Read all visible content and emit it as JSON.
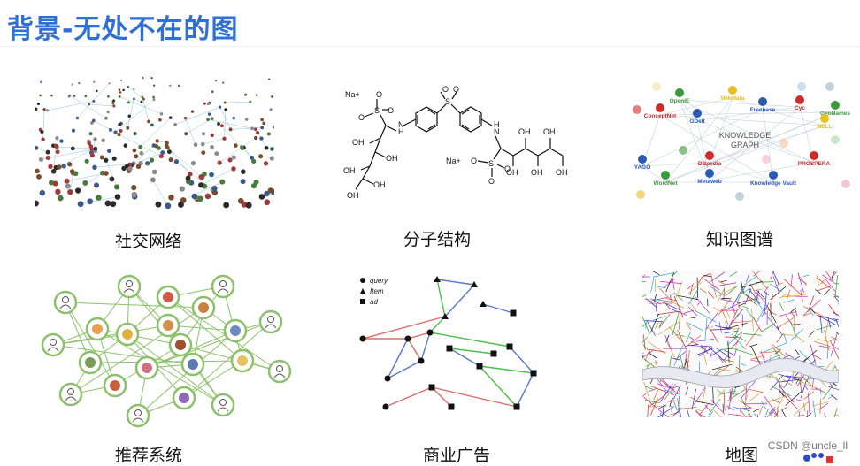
{
  "slide": {
    "title": "背景-无处不在的图"
  },
  "panels": [
    {
      "id": "social",
      "caption": "社交网络"
    },
    {
      "id": "molecule",
      "caption": "分子结构"
    },
    {
      "id": "kg",
      "caption": "知识图谱"
    },
    {
      "id": "recsys",
      "caption": "推荐系统"
    },
    {
      "id": "ads",
      "caption": "商业广告"
    },
    {
      "id": "map",
      "caption": "地图"
    }
  ],
  "molecule_labels": {
    "na_top": "Na+",
    "na_bottom": "Na+",
    "o_minus": "O",
    "o": "O",
    "s": "S",
    "n": "N",
    "h": "H",
    "oh": "OH"
  },
  "knowledge_graph": {
    "center_line1": "KNOWLEDGE",
    "center_line2": "GRAPH",
    "nodes": [
      "OpenIE",
      "Wikidata",
      "Freebase",
      "Cyc",
      "GeoNames",
      "ConceptNet",
      "GDelt",
      "NELL",
      "DBpedia",
      "PROSPERA",
      "YAGO",
      "WordNet",
      "Metaweb",
      "Knowledge Vault"
    ]
  },
  "ads_legend": {
    "query": "query",
    "item": "Item",
    "ad": "ad"
  },
  "watermark": "CSDN @uncle_ll"
}
